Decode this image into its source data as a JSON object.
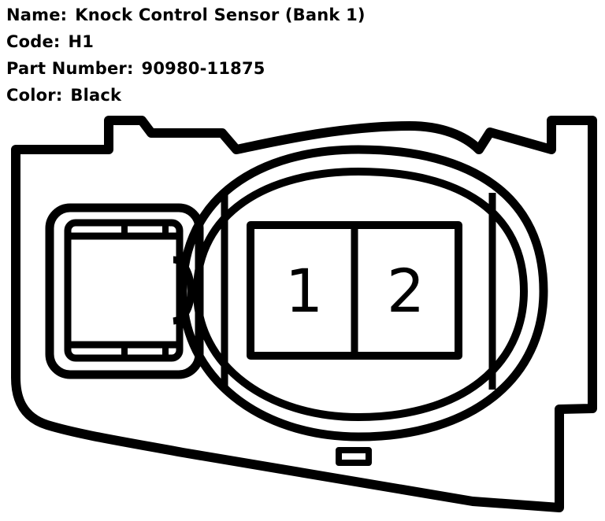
{
  "connector": {
    "name_label": "Name:",
    "name_value": "Knock Control Sensor (Bank 1)",
    "code_label": "Code:",
    "code_value": "H1",
    "part_label": "Part Number:",
    "part_value": "90980-11875",
    "color_label": "Color:",
    "color_value": "Black"
  },
  "pins": [
    {
      "number": "1"
    },
    {
      "number": "2"
    }
  ],
  "colors": {
    "line": "#000000",
    "background": "#ffffff"
  }
}
